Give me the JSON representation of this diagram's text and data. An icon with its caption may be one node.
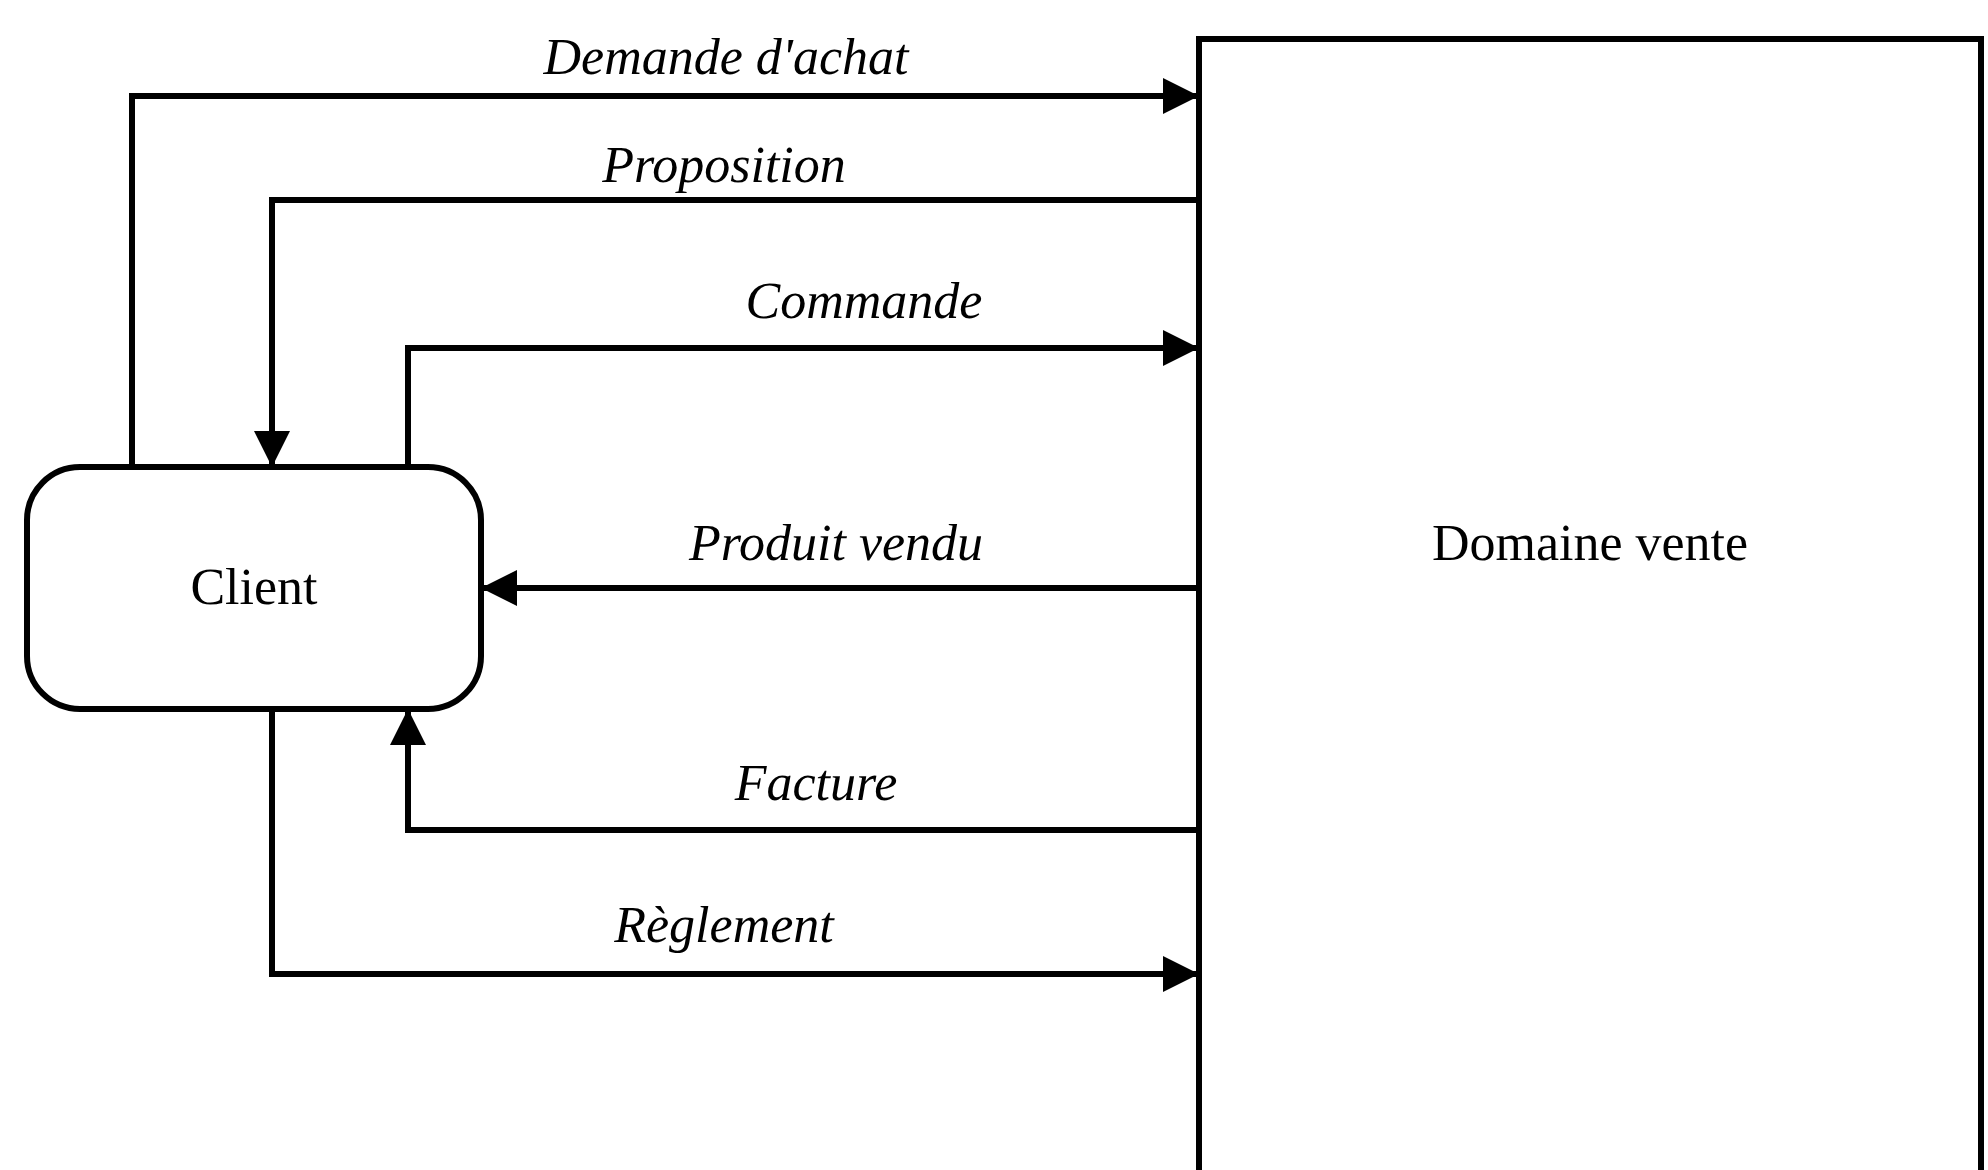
{
  "diagram": {
    "nodes": [
      {
        "text": [
          "Client"
        ]
      },
      {
        "text": [
          "Domaine vente"
        ]
      }
    ],
    "edges": [
      {
        "from": 0,
        "to": 1,
        "arrow": "to",
        "label": "Demande d'achat"
      },
      {
        "from": 1,
        "to": 0,
        "arrow": "to",
        "label": "Proposition"
      },
      {
        "from": 0,
        "to": 1,
        "arrow": "to",
        "label": "Commande"
      },
      {
        "from": 1,
        "to": 0,
        "arrow": "to",
        "label": "Produit vendu"
      },
      {
        "from": 1,
        "to": 0,
        "arrow": "to",
        "label": "Facture"
      },
      {
        "from": 0,
        "to": 1,
        "arrow": "to",
        "label": "Règlement"
      }
    ]
  }
}
